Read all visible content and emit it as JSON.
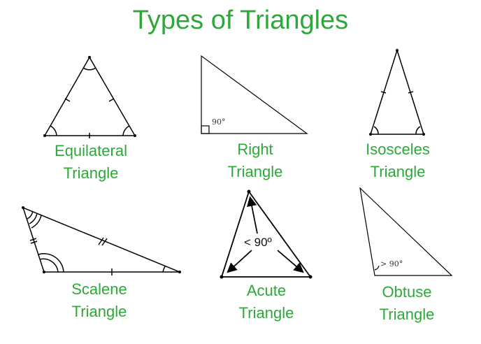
{
  "title": "Types of Triangles",
  "accent_color": "#2ea83a",
  "triangles": {
    "equilateral": {
      "line1": "Equilateral",
      "line2": "Triangle"
    },
    "right": {
      "line1": "Right",
      "line2": "Triangle",
      "angle_note": "90°"
    },
    "isosceles": {
      "line1": "Isosceles",
      "line2": "Triangle"
    },
    "scalene": {
      "line1": "Scalene",
      "line2": "Triangle"
    },
    "acute": {
      "line1": "Acute",
      "line2": "Triangle",
      "angle_note": "< 90º"
    },
    "obtuse": {
      "line1": "Obtuse",
      "line2": "Triangle",
      "angle_note": "> 90°"
    }
  }
}
